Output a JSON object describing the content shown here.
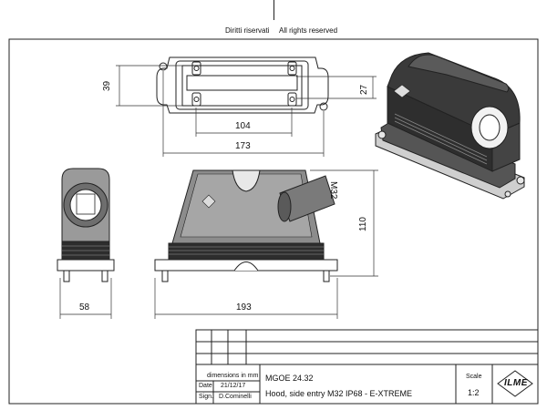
{
  "header": {
    "rights_it": "Diritti riservati",
    "rights_en": "All rights reserved"
  },
  "dimensions": {
    "height_39": "39",
    "height_27": "27",
    "width_104": "104",
    "width_173": "173",
    "thread_m32": "M32",
    "height_110": "110",
    "width_58": "58",
    "width_193": "193"
  },
  "title_block": {
    "units_note": "dimensions in mm",
    "date_label": "Date",
    "date_value": "21/12/17",
    "sign_label": "Sign.",
    "sign_value": "D.Cominelli",
    "part_number": "MGOE 24.32",
    "description": "Hood, side entry M32 IP68 - E-XTREME",
    "scale_label": "Scale",
    "scale_value": "1:2",
    "logo_text": "ILME"
  },
  "colors": {
    "line": "#222222",
    "dark_fill": "#3a3a3a",
    "mid_fill": "#8c8c8c",
    "light_fill": "#d6d6d6"
  }
}
